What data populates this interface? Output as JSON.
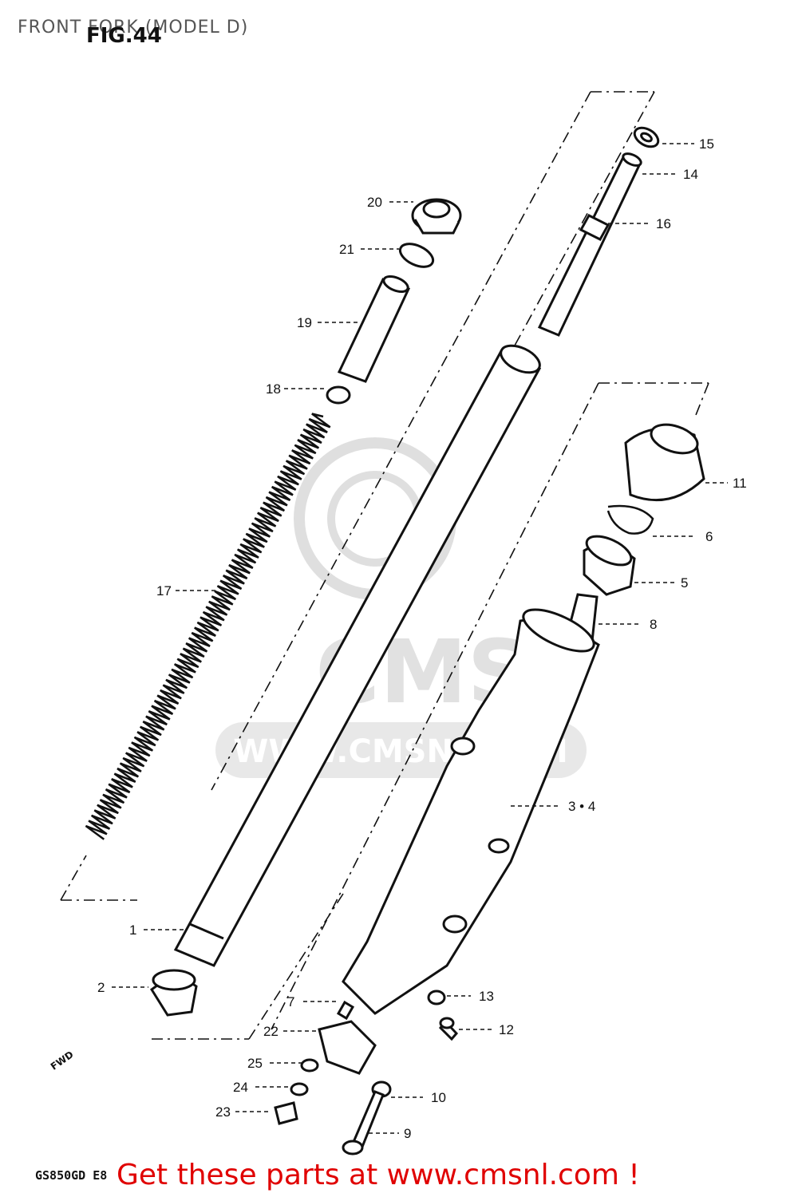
{
  "header": {
    "title": "FRONT FORK (MODEL D)",
    "figure_label": "FIG.44"
  },
  "diagram": {
    "callouts": [
      {
        "id": "c15",
        "label": "15"
      },
      {
        "id": "c14",
        "label": "14"
      },
      {
        "id": "c16",
        "label": "16"
      },
      {
        "id": "c20",
        "label": "20"
      },
      {
        "id": "c21",
        "label": "21"
      },
      {
        "id": "c19",
        "label": "19"
      },
      {
        "id": "c18",
        "label": "18"
      },
      {
        "id": "c11",
        "label": "11"
      },
      {
        "id": "c6",
        "label": "6"
      },
      {
        "id": "c5",
        "label": "5"
      },
      {
        "id": "c8",
        "label": "8"
      },
      {
        "id": "c17",
        "label": "17"
      },
      {
        "id": "c34",
        "label": "3 • 4"
      },
      {
        "id": "c1",
        "label": "1"
      },
      {
        "id": "c2",
        "label": "2"
      },
      {
        "id": "c13",
        "label": "13"
      },
      {
        "id": "c7",
        "label": "7"
      },
      {
        "id": "c12",
        "label": "12"
      },
      {
        "id": "c22",
        "label": "22"
      },
      {
        "id": "c25",
        "label": "25"
      },
      {
        "id": "c24",
        "label": "24"
      },
      {
        "id": "c10",
        "label": "10"
      },
      {
        "id": "c23",
        "label": "23"
      },
      {
        "id": "c9",
        "label": "9"
      }
    ],
    "forward_marker": "FWD",
    "watermark_url": "WWW.CMSNL.COM",
    "watermark_brand": "CMS"
  },
  "footer": {
    "model_code": "GS850GD  E8",
    "promo": "Get these parts at www.cmsnl.com !"
  },
  "colors": {
    "line": "#111111",
    "promo": "#e00000",
    "watermark": "#d9d9d9"
  }
}
